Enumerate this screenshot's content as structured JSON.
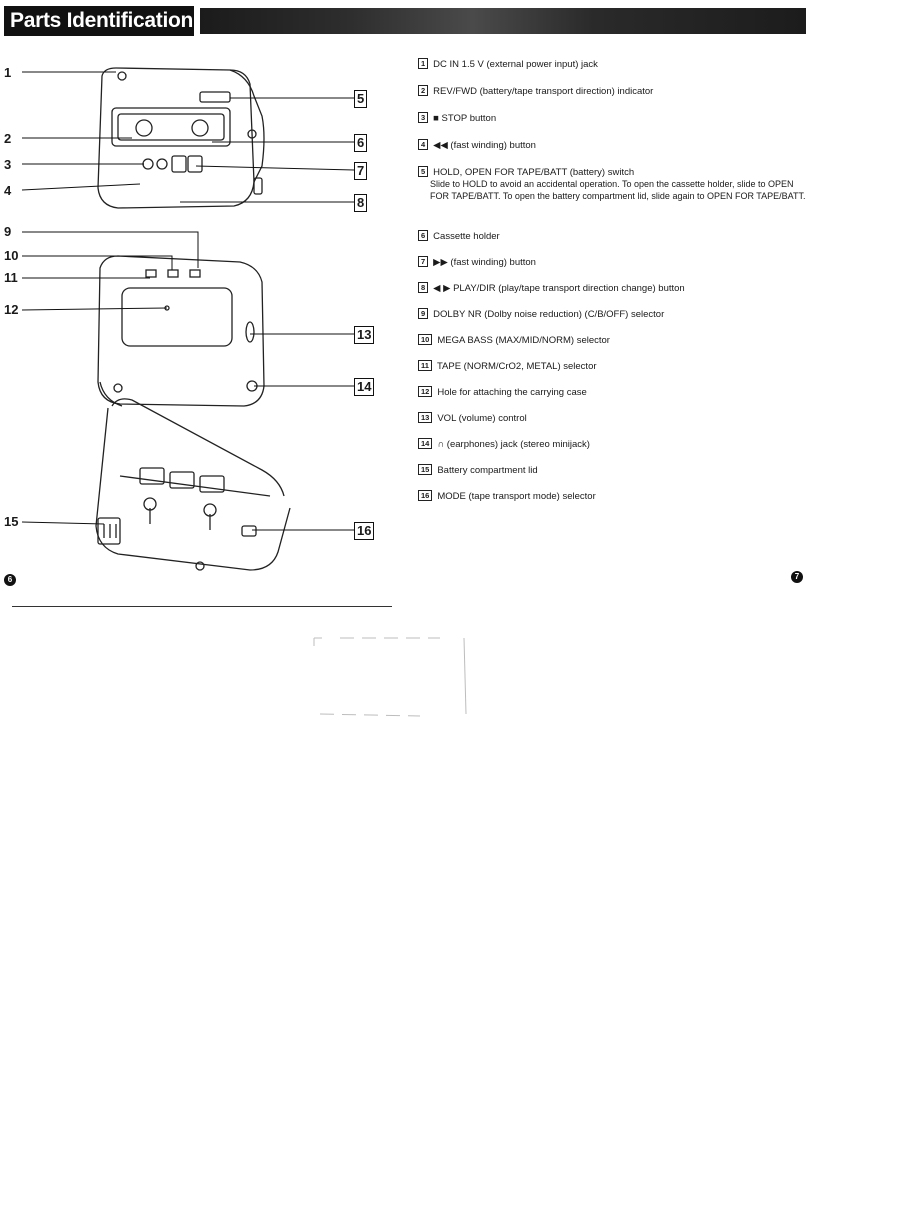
{
  "header": {
    "title": "Parts Identification"
  },
  "callouts": [
    {
      "num": "1"
    },
    {
      "num": "2"
    },
    {
      "num": "3"
    },
    {
      "num": "4"
    },
    {
      "num": "5"
    },
    {
      "num": "6"
    },
    {
      "num": "7"
    },
    {
      "num": "8"
    },
    {
      "num": "9"
    },
    {
      "num": "10"
    },
    {
      "num": "11"
    },
    {
      "num": "12"
    },
    {
      "num": "13"
    },
    {
      "num": "14"
    },
    {
      "num": "15"
    },
    {
      "num": "16"
    }
  ],
  "parts": [
    {
      "num": "1",
      "label": "DC IN 1.5 V (external power input) jack"
    },
    {
      "num": "2",
      "label": "REV/FWD (battery/tape transport direction) indicator"
    },
    {
      "num": "3",
      "label": "■ STOP button"
    },
    {
      "num": "4",
      "label": "◀◀ (fast winding) button"
    },
    {
      "num": "5",
      "label": "HOLD, OPEN FOR TAPE/BATT (battery) switch",
      "desc": "Slide to HOLD to avoid an accidental operation. To open the cassette holder, slide to OPEN FOR TAPE/BATT. To open the battery compartment lid, slide again to OPEN FOR TAPE/BATT."
    },
    {
      "num": "6",
      "label": "Cassette holder"
    },
    {
      "num": "7",
      "label": "▶▶ (fast winding) button"
    },
    {
      "num": "8",
      "label": "◀ ▶ PLAY/DIR (play/tape transport direction change) button"
    },
    {
      "num": "9",
      "label": "DOLBY NR (Dolby noise reduction) (C/B/OFF) selector"
    },
    {
      "num": "10",
      "label": "MEGA BASS (MAX/MID/NORM) selector"
    },
    {
      "num": "11",
      "label": "TAPE (NORM/CrO2, METAL) selector"
    },
    {
      "num": "12",
      "label": "Hole for attaching the carrying case"
    },
    {
      "num": "13",
      "label": "VOL (volume) control"
    },
    {
      "num": "14",
      "label": "∩ (earphones) jack (stereo minijack)"
    },
    {
      "num": "15",
      "label": "Battery compartment lid"
    },
    {
      "num": "16",
      "label": "MODE (tape transport mode) selector"
    }
  ],
  "page_numbers": {
    "left": "6",
    "right": "7"
  }
}
